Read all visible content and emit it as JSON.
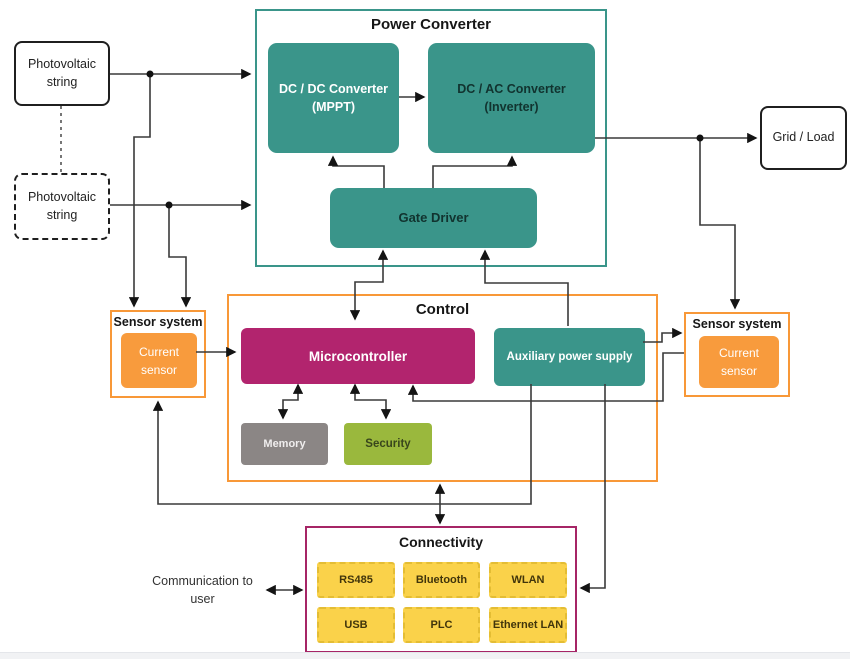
{
  "diagram": {
    "pv_string_1": {
      "label": "Photovoltaic\nstring"
    },
    "pv_string_2": {
      "label": "Photovoltaic\nstring"
    },
    "grid_load": {
      "label": "Grid / Load"
    },
    "power_converter": {
      "title": "Power Converter",
      "dcdc_label": "DC / DC Converter\n(MPPT)",
      "dcac_label": "DC / AC Converter\n(Inverter)",
      "gate_driver_label": "Gate Driver"
    },
    "sensor_left": {
      "title": "Sensor system",
      "current_sensor_label": "Current\nsensor"
    },
    "sensor_right": {
      "title": "Sensor system",
      "current_sensor_label": "Current\nsensor"
    },
    "control": {
      "title": "Control",
      "microcontroller_label": "Microcontroller",
      "aux_power_label": "Auxiliary power supply",
      "memory_label": "Memory",
      "security_label": "Security"
    },
    "connectivity": {
      "title": "Connectivity",
      "items": [
        {
          "label": "RS485"
        },
        {
          "label": "Bluetooth"
        },
        {
          "label": "WLAN"
        },
        {
          "label": "USB"
        },
        {
          "label": "PLC"
        },
        {
          "label": "Ethernet LAN"
        }
      ]
    },
    "communication_label": "Communication to\nuser"
  },
  "colors": {
    "teal": "#3a958a",
    "teal_dark_text": "#11332f",
    "magenta_block": "#b2246e",
    "magenta_border": "#a62566",
    "orange": "#f89838",
    "orange_fill": "#f89b3d",
    "gray_block": "#8b8685",
    "green_block": "#9ab83d",
    "yellow_chip": "#fad24a",
    "yellow_chip_border": "#e4bd34",
    "connector_line": "#3a3a3a",
    "arrowhead": "#141414",
    "footer_band": "#f1f2f4"
  }
}
